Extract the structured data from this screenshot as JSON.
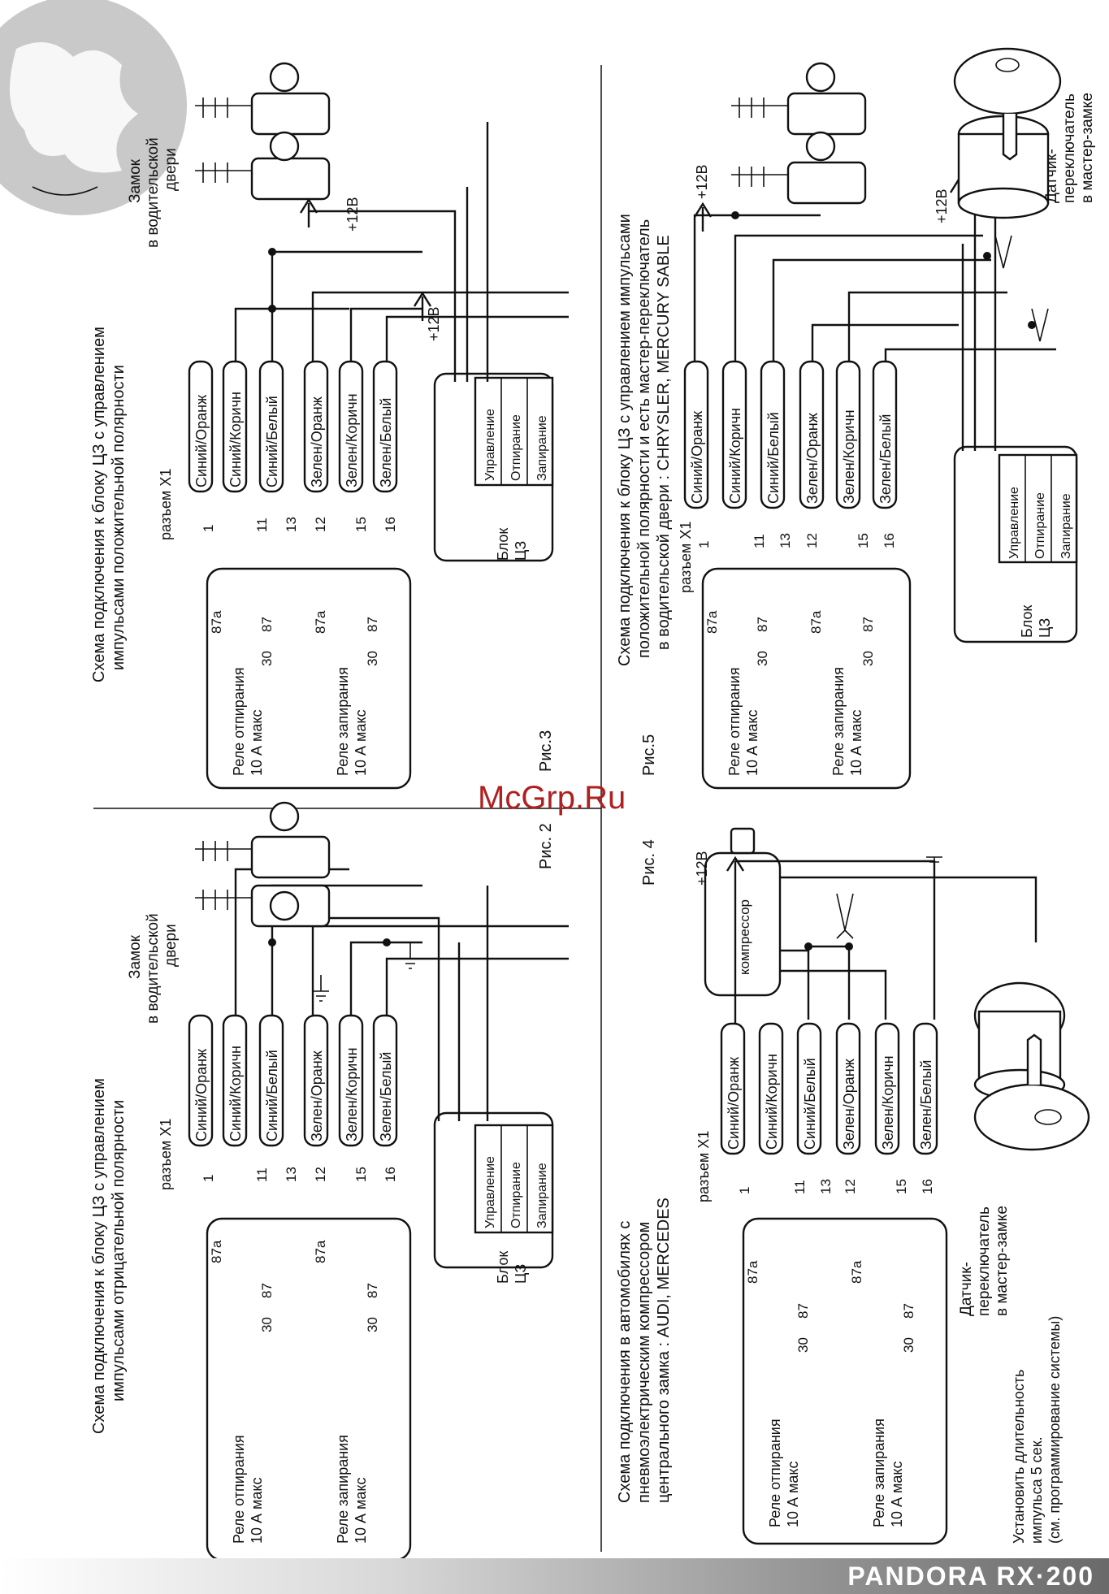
{
  "watermark": "McGrp.Ru",
  "brand": "PANDORA RX·200",
  "fig2": {
    "caption": "Рис. 2",
    "title_l1": "Схема подключения к блоку ЦЗ с управлением",
    "title_l2": "импульсами отрицательной полярности",
    "lock_l1": "Замок",
    "lock_l2": "в водительской",
    "lock_l3": "двери"
  },
  "fig3": {
    "caption": "Рис.3",
    "title_l1": "Схема подключения к блоку ЦЗ с управлением",
    "title_l2": "импульсами положительной полярности",
    "lock_l1": "Замок",
    "lock_l2": "в водительской",
    "lock_l3": "двери",
    "plus1": "+12В",
    "plus2": "+12В"
  },
  "fig4": {
    "caption": "Рис. 4",
    "title_l1": "Схема подключения в автомобилях с",
    "title_l2": "пневмоэлектрическим компрессором",
    "title_l3": "центрального замка : AUDI, MERCEDES",
    "compressor": "компрессор",
    "sensor_l1": "Датчик-",
    "sensor_l2": "переключатель",
    "sensor_l3": "в мастер-замке",
    "plus": "+12В",
    "note_l1": "Установить длительность",
    "note_l2": "импульса 5 сек.",
    "note_l3": "(см. программирование системы)"
  },
  "fig5": {
    "caption": "Рис.5",
    "title_l1": "Схема подключения к блоку ЦЗ с управлением импульсами",
    "title_l2": "положительной полярности и есть мастер-переключатель",
    "title_l3": "в водительской двери : CHRYSLER, MERCURY SABLE",
    "sensor_l1": "Датчик-",
    "sensor_l2": "переключатель",
    "sensor_l3": "в мастер-замке",
    "plus1": "+12В",
    "plus2": "+12В"
  },
  "common": {
    "connector": "разъем X1",
    "relay_open_l1": "Реле отпирания",
    "relay_open_l2": "10 А макс",
    "relay_lock_l1": "Реле запирания",
    "relay_lock_l2": "10 А макс",
    "pin_87a": "87а",
    "pin_30": "30",
    "pin_87": "87",
    "pins": [
      "1",
      "11",
      "13",
      "12",
      "15",
      "16"
    ],
    "wires": [
      "Синий/Оранж",
      "Синий/Коричн",
      "Синий/Белый",
      "Зелен/Оранж",
      "Зелен/Коричн",
      "Зелен/Белый"
    ],
    "block_l1": "Блок",
    "block_l2": "ЦЗ",
    "block_rows": [
      "Управление",
      "Отпирание",
      "Запирание"
    ]
  }
}
